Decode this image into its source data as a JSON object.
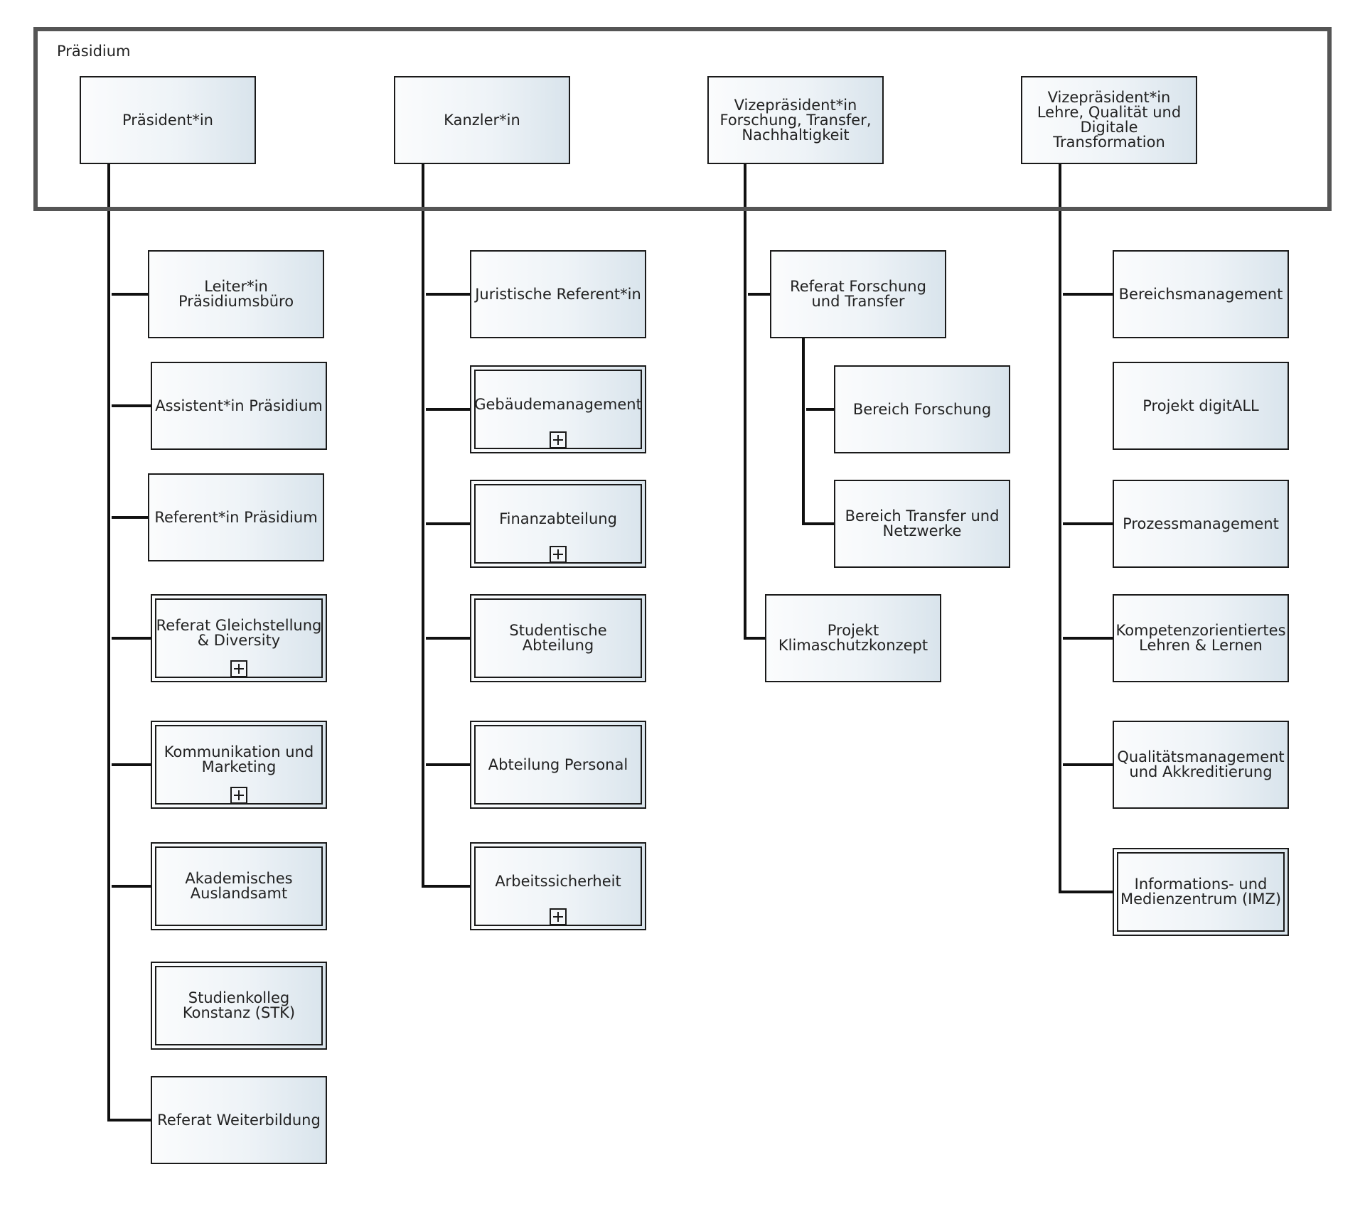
{
  "group": {
    "label": "Präsidium"
  },
  "top": [
    {
      "id": "praes",
      "label": "Präsident*in"
    },
    {
      "id": "kanzler",
      "label": "Kanzler*in"
    },
    {
      "id": "vp1",
      "label": "Vizepräsident*in Forschung, Transfer, Nachhaltigkeit"
    },
    {
      "id": "vp2",
      "label": "Vizepräsident*in Lehre, Qualität und Digitale Transformation"
    }
  ],
  "units": {
    "praes": [
      {
        "label": "Leiter*in Präsidiumsbüro",
        "double": false,
        "expandable": false
      },
      {
        "label": "Assistent*in Präsidium",
        "double": false,
        "expandable": false
      },
      {
        "label": "Referent*in Präsidium",
        "double": false,
        "expandable": false
      },
      {
        "label": "Referat Gleichstellung & Diversity",
        "double": true,
        "expandable": true
      },
      {
        "label": "Kommunikation und Marketing",
        "double": true,
        "expandable": true
      },
      {
        "label": "Akademisches Auslandsamt",
        "double": true,
        "expandable": false
      },
      {
        "label": "Studienkolleg Konstanz (STK)",
        "double": true,
        "expandable": false
      },
      {
        "label": "Referat Weiterbildung",
        "double": false,
        "expandable": false
      }
    ],
    "kanzler": [
      {
        "label": "Juristische Referent*in",
        "double": false,
        "expandable": false
      },
      {
        "label": "Gebäudemanagement",
        "double": true,
        "expandable": true
      },
      {
        "label": "Finanzabteilung",
        "double": true,
        "expandable": true
      },
      {
        "label": "Studentische Abteilung",
        "double": true,
        "expandable": false
      },
      {
        "label": "Abteilung Personal",
        "double": true,
        "expandable": false
      },
      {
        "label": "Arbeitssicherheit",
        "double": true,
        "expandable": true
      }
    ],
    "vp1": [
      {
        "label": "Referat Forschung und Transfer",
        "double": false,
        "expandable": false
      },
      {
        "label": "Projekt Klimaschutzkonzept",
        "double": false,
        "expandable": false
      }
    ],
    "vp1_sub": [
      {
        "label": "Bereich Forschung",
        "double": false,
        "expandable": false
      },
      {
        "label": "Bereich Transfer und Netzwerke",
        "double": false,
        "expandable": false
      }
    ],
    "vp2": [
      {
        "label": "Bereichsmanagement",
        "double": false,
        "expandable": false
      },
      {
        "label": "Projekt digitALL",
        "double": false,
        "expandable": false
      },
      {
        "label": "Prozessmanagement",
        "double": false,
        "expandable": false
      },
      {
        "label": "Kompetenzorientiertes Lehren & Lernen",
        "double": false,
        "expandable": false
      },
      {
        "label": "Qualitätsmanagement und Akkreditierung",
        "double": false,
        "expandable": false
      },
      {
        "label": "Informations- und Medienzentrum (IMZ)",
        "double": true,
        "expandable": false
      }
    ]
  }
}
